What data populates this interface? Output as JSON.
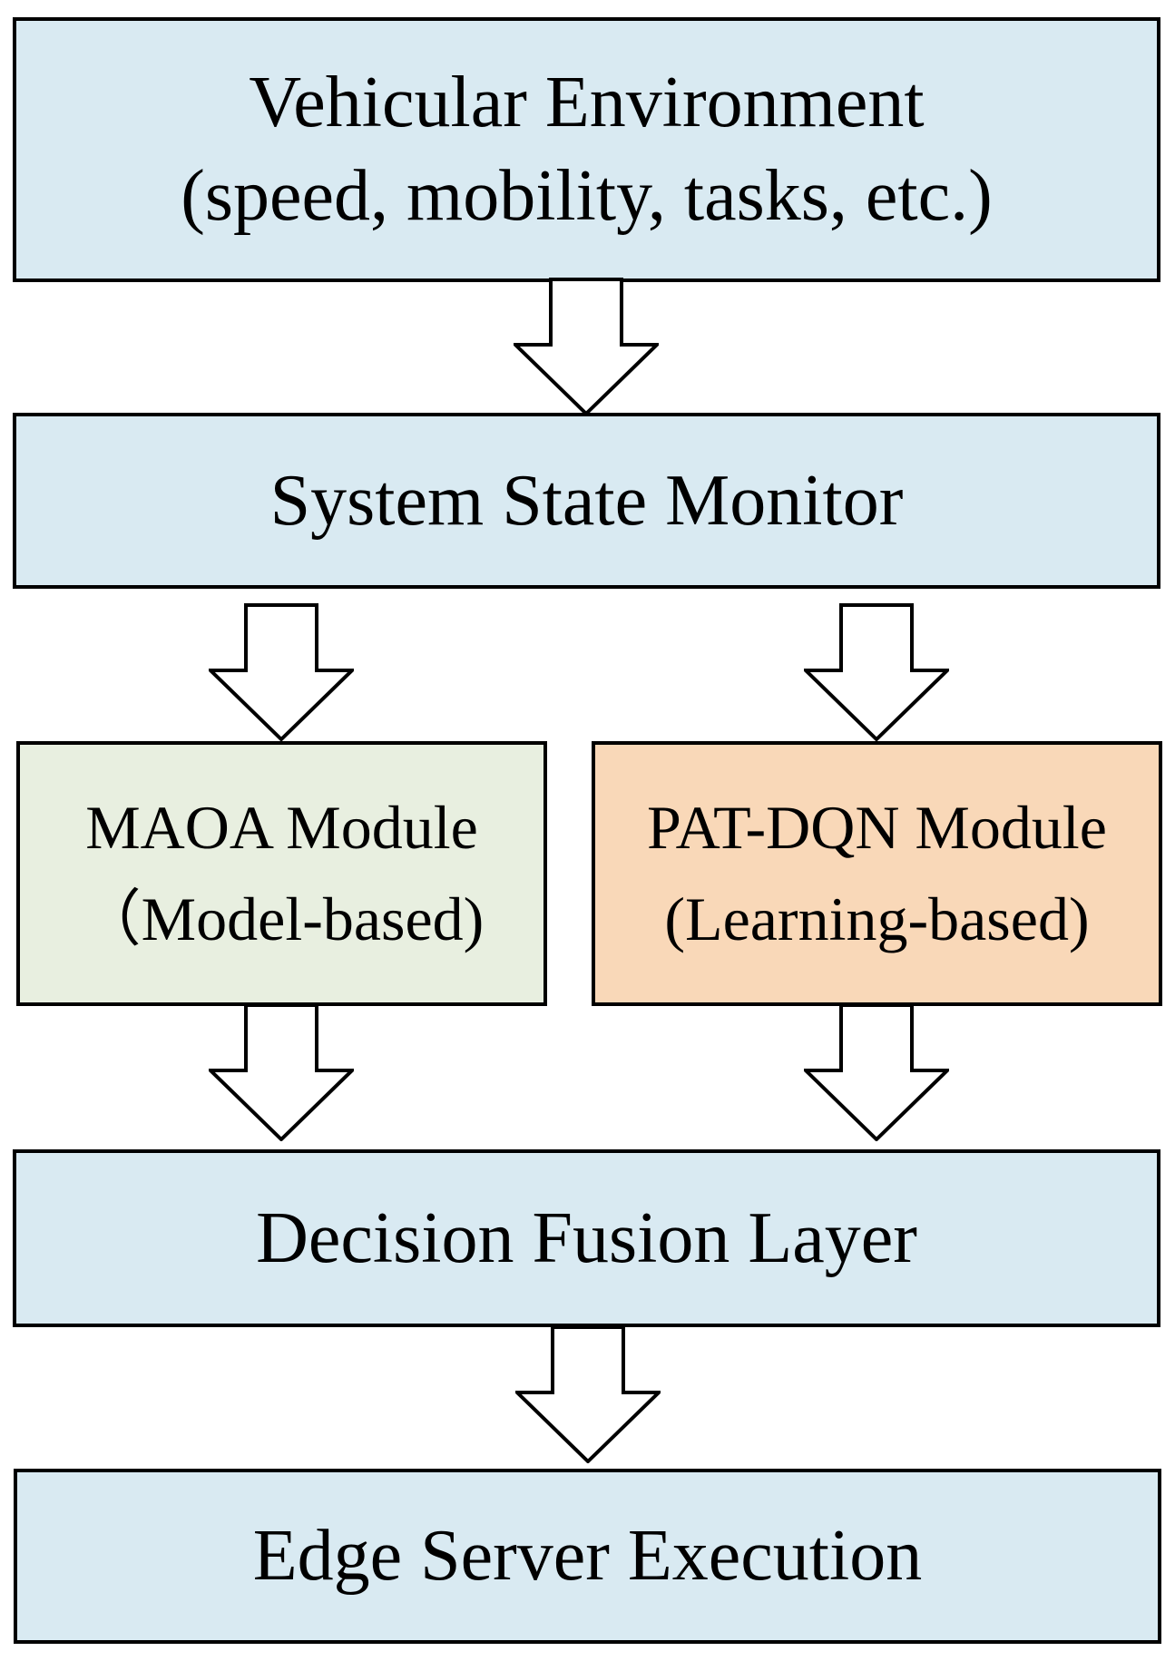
{
  "diagram": {
    "boxes": {
      "vehicular_environment": {
        "line1": "Vehicular Environment",
        "line2": "(speed, mobility, tasks, etc.)",
        "fill": "#D9EAF2"
      },
      "system_state_monitor": {
        "line1": "System State Monitor",
        "fill": "#D9EAF2"
      },
      "maoa_module": {
        "line1": "MAOA Module",
        "line2": "（Model-based)",
        "fill": "#E8EFE0"
      },
      "pat_dqn_module": {
        "line1": "PAT-DQN Module",
        "line2": "(Learning-based)",
        "fill": "#F9D8B8"
      },
      "decision_fusion_layer": {
        "line1": "Decision Fusion Layer",
        "fill": "#D9EAF2"
      },
      "edge_server_execution": {
        "line1": "Edge Server Execution",
        "fill": "#D9EAF2"
      }
    },
    "colors": {
      "border": "#000000",
      "arrow_fill": "#FFFFFF",
      "arrow_stroke": "#000000",
      "background": "#FFFFFF"
    }
  }
}
